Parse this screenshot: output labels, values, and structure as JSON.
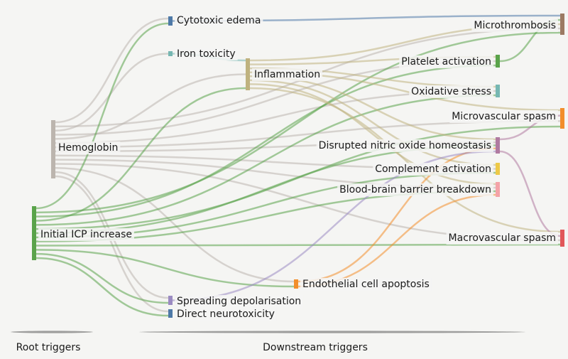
{
  "nodes": [
    {
      "id": "hemoglobin",
      "label": "Hemoglobin",
      "color": "#bcb5ae"
    },
    {
      "id": "icp",
      "label": "Initial ICP increase",
      "color": "#5aa34a"
    },
    {
      "id": "cytotoxic",
      "label": "Cytotoxic edema",
      "color": "#4e79a7"
    },
    {
      "id": "iron",
      "label": "Iron toxicity",
      "color": "#76b7b2"
    },
    {
      "id": "inflammation",
      "label": "Inflammation",
      "color": "#bfb27f"
    },
    {
      "id": "spreading",
      "label": "Spreading depolarisation",
      "color": "#9b8bc2"
    },
    {
      "id": "neurotox",
      "label": "Direct neurotoxicity",
      "color": "#4e79a7"
    },
    {
      "id": "microthrombosis",
      "label": "Microthrombosis",
      "color": "#9c7a63"
    },
    {
      "id": "platelet",
      "label": "Platelet activation",
      "color": "#5aa34a"
    },
    {
      "id": "oxidative",
      "label": "Oxidative stress",
      "color": "#76b7b2"
    },
    {
      "id": "microspasm",
      "label": "Microvascular spasm",
      "color": "#f28e2b"
    },
    {
      "id": "nitric",
      "label": "Disrupted nitric oxide homeostasis",
      "color": "#b07aa1"
    },
    {
      "id": "complement",
      "label": "Complement activation",
      "color": "#edc948"
    },
    {
      "id": "bbb",
      "label": "Blood-brain barrier breakdown",
      "color": "#f4a3a8"
    },
    {
      "id": "macrospasm",
      "label": "Macrovascular spasm",
      "color": "#e15759"
    },
    {
      "id": "endothelial",
      "label": "Endothelial cell apoptosis",
      "color": "#f28e2b"
    }
  ],
  "links": [
    {
      "source": "hemoglobin",
      "target": "cytotoxic"
    },
    {
      "source": "hemoglobin",
      "target": "iron"
    },
    {
      "source": "hemoglobin",
      "target": "inflammation"
    },
    {
      "source": "hemoglobin",
      "target": "microthrombosis"
    },
    {
      "source": "hemoglobin",
      "target": "platelet"
    },
    {
      "source": "hemoglobin",
      "target": "oxidative"
    },
    {
      "source": "hemoglobin",
      "target": "microspasm"
    },
    {
      "source": "hemoglobin",
      "target": "nitric"
    },
    {
      "source": "hemoglobin",
      "target": "complement"
    },
    {
      "source": "hemoglobin",
      "target": "bbb"
    },
    {
      "source": "hemoglobin",
      "target": "macrospasm"
    },
    {
      "source": "hemoglobin",
      "target": "endothelial"
    },
    {
      "source": "hemoglobin",
      "target": "spreading"
    },
    {
      "source": "hemoglobin",
      "target": "neurotox"
    },
    {
      "source": "icp",
      "target": "cytotoxic"
    },
    {
      "source": "icp",
      "target": "inflammation"
    },
    {
      "source": "icp",
      "target": "microthrombosis"
    },
    {
      "source": "icp",
      "target": "platelet"
    },
    {
      "source": "icp",
      "target": "oxidative"
    },
    {
      "source": "icp",
      "target": "microspasm"
    },
    {
      "source": "icp",
      "target": "nitric"
    },
    {
      "source": "icp",
      "target": "complement"
    },
    {
      "source": "icp",
      "target": "bbb"
    },
    {
      "source": "icp",
      "target": "macrospasm"
    },
    {
      "source": "icp",
      "target": "endothelial"
    },
    {
      "source": "icp",
      "target": "spreading"
    },
    {
      "source": "icp",
      "target": "neurotox"
    },
    {
      "source": "cytotoxic",
      "target": "microthrombosis"
    },
    {
      "source": "iron",
      "target": "inflammation"
    },
    {
      "source": "inflammation",
      "target": "microthrombosis"
    },
    {
      "source": "inflammation",
      "target": "platelet"
    },
    {
      "source": "inflammation",
      "target": "oxidative"
    },
    {
      "source": "inflammation",
      "target": "microspasm"
    },
    {
      "source": "inflammation",
      "target": "nitric"
    },
    {
      "source": "inflammation",
      "target": "complement"
    },
    {
      "source": "inflammation",
      "target": "bbb"
    },
    {
      "source": "inflammation",
      "target": "macrospasm"
    },
    {
      "source": "platelet",
      "target": "microthrombosis"
    },
    {
      "source": "nitric",
      "target": "microspasm"
    },
    {
      "source": "nitric",
      "target": "macrospasm"
    },
    {
      "source": "endothelial",
      "target": "bbb"
    },
    {
      "source": "endothelial",
      "target": "nitric"
    },
    {
      "source": "spreading",
      "target": "nitric"
    }
  ],
  "footer": {
    "root_label": "Root triggers",
    "downstream_label": "Downstream triggers"
  }
}
